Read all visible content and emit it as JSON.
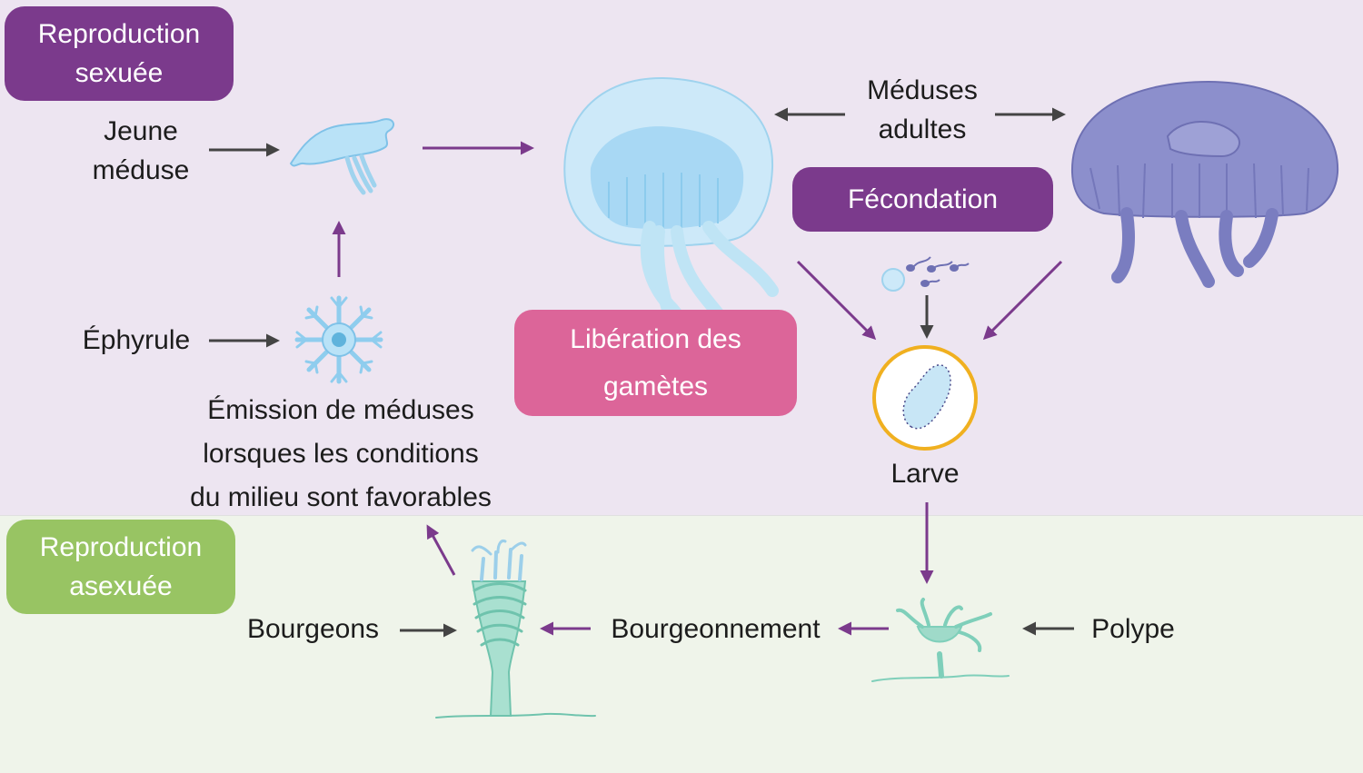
{
  "colors": {
    "purple": "#7b3a8c",
    "pink": "#dc6599",
    "green": "#98c463",
    "arrow_purple": "#7b3a8c",
    "arrow_gray": "#444444",
    "zone_sexual": "#ede5f1",
    "zone_asexual": "#eff4ea",
    "larva_ring": "#f0b020",
    "jelly_light": "#aedcf6",
    "jelly_dark": "#8a8cc8",
    "polyp": "#8fd3c2"
  },
  "zones": {
    "sexual": {
      "title_line1": "Reproduction",
      "title_line2": "sexuée"
    },
    "asexual": {
      "title_line1": "Reproduction",
      "title_line2": "asexuée"
    }
  },
  "boxes": {
    "fecondation": "Fécondation",
    "liberation_line1": "Libération des",
    "liberation_line2": "gamètes"
  },
  "labels": {
    "jeune_line1": "Jeune",
    "jeune_line2": "méduse",
    "adultes_line1": "Méduses",
    "adultes_line2": "adultes",
    "ephyrule": "Éphyrule",
    "emission_line1": "Émission de méduses",
    "emission_line2": "lorsques les conditions",
    "emission_line3": "du milieu sont favorables",
    "larve": "Larve",
    "bourgeons": "Bourgeons",
    "bourgeonnement": "Bourgeonnement",
    "polype": "Polype"
  },
  "icons": [
    "young-jellyfish-icon",
    "ephyra-icon",
    "light-jellyfish-icon",
    "dark-jellyfish-icon",
    "gametes-icon",
    "larva-icon",
    "polyp-icon",
    "budding-polyp-icon"
  ]
}
